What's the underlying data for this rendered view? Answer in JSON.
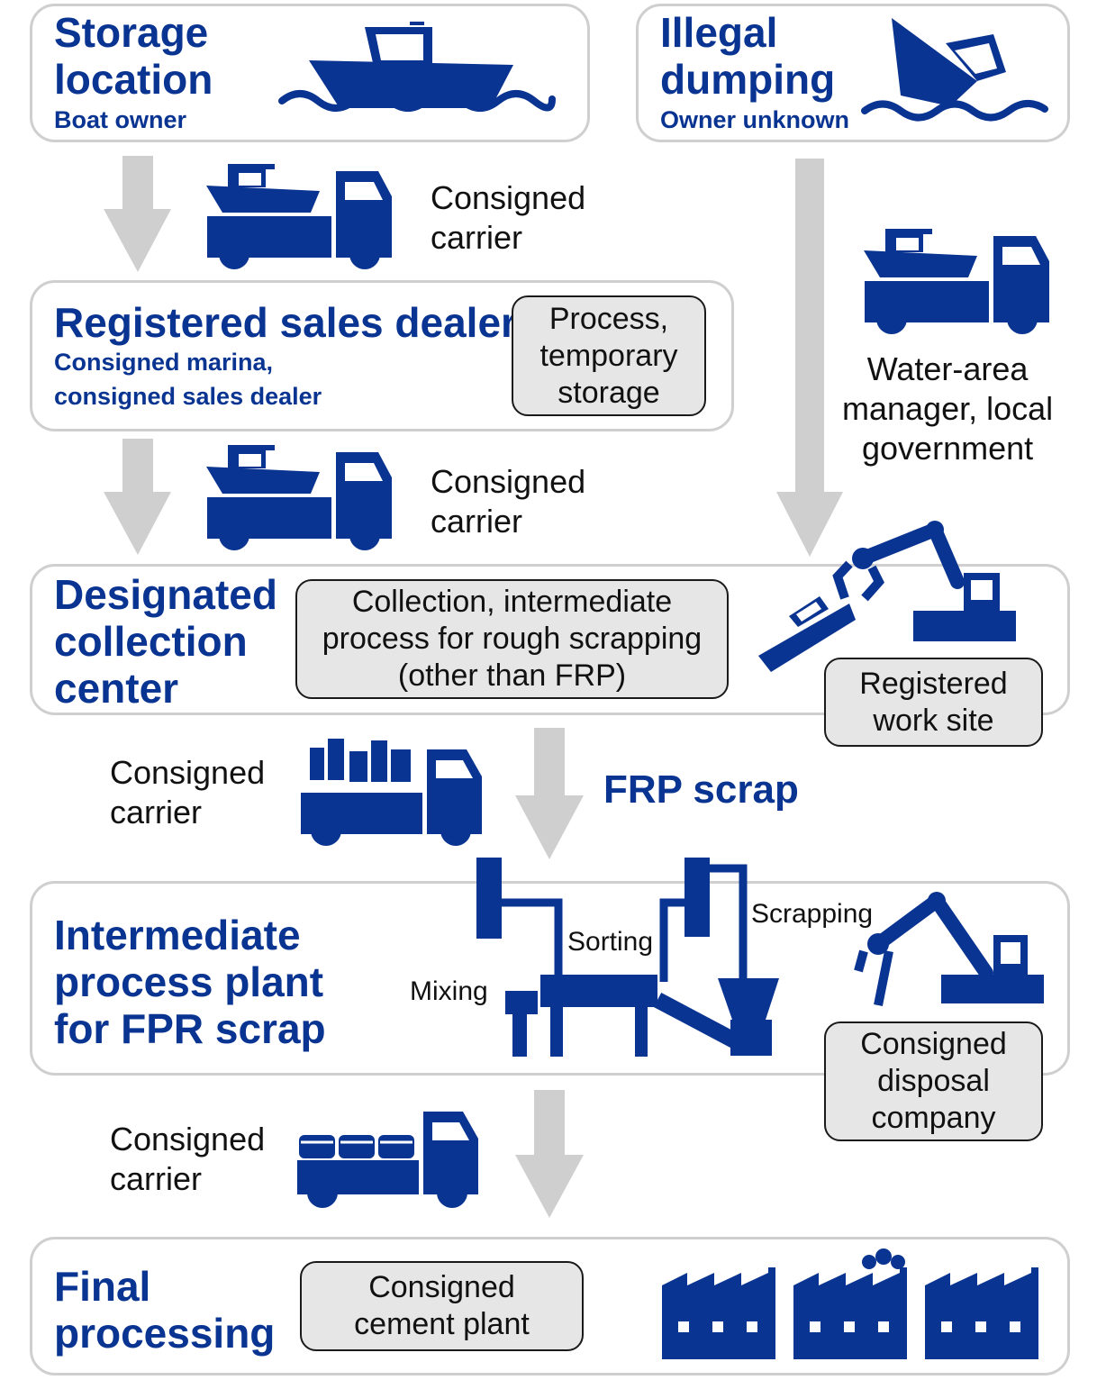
{
  "storage": {
    "title": "Storage\nlocation",
    "sub": "Boat owner"
  },
  "illegal": {
    "title": "Illegal\ndumping",
    "sub": "Owner unknown"
  },
  "carrier1": "Consigned\ncarrier",
  "dealer": {
    "title": "Registered sales dealer",
    "sub": "Consigned marina,\nconsigned sales dealer",
    "tag": "Process,\ntemporary\nstorage"
  },
  "water_manager": "Water-area\nmanager, local\ngovernment",
  "carrier2": "Consigned\ncarrier",
  "collection": {
    "title": "Designated\ncollection\ncenter",
    "tag": "Collection, intermediate\nprocess for rough scrapping\n(other than FRP)",
    "worksite": "Registered\nwork site"
  },
  "carrier3": "Consigned\ncarrier",
  "frp_scrap": "FRP scrap",
  "plant": {
    "title": "Intermediate\nprocess plant\nfor FPR scrap",
    "sorting": "Sorting",
    "mixing": "Mixing",
    "scrapping": "Scrapping",
    "disposal": "Consigned\ndisposal\ncompany"
  },
  "carrier4": "Consigned\ncarrier",
  "final": {
    "title": "Final\nprocessing",
    "tag": "Consigned\ncement plant"
  },
  "colors": {
    "brand_blue": "#0a3491",
    "arrow_gray": "#cfcfcf",
    "tag_fill": "#e6e6e6",
    "panel_border": "#cfcfcf"
  }
}
